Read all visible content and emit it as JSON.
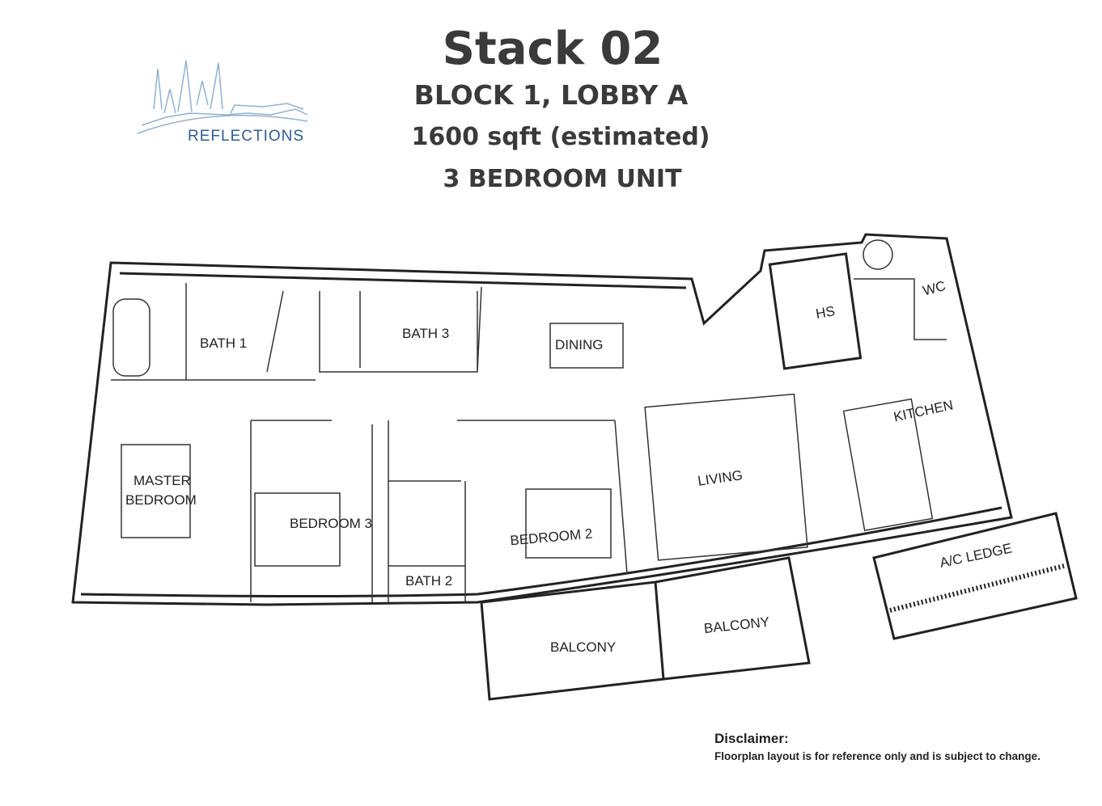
{
  "header": {
    "title": "Stack 02",
    "block": "BLOCK 1, LOBBY A",
    "area": "1600 sqft (estimated)",
    "unit_type": "3 BEDROOM UNIT"
  },
  "logo": {
    "name": "REFLECTIONS"
  },
  "rooms": {
    "bath1": "BATH 1",
    "bath3": "BATH 3",
    "dining": "DINING",
    "hs": "HS",
    "wc": "WC",
    "kitchen": "KITCHEN",
    "master": "MASTER",
    "master2": "BEDROOM",
    "bedroom3": "BEDROOM 3",
    "bedroom2": "BEDROOM 2",
    "bath2": "BATH 2",
    "living": "LIVING",
    "ac_ledge": "A/C LEDGE",
    "balcony1": "BALCONY",
    "balcony2": "BALCONY"
  },
  "disclaimer": {
    "heading": "Disclaimer:",
    "text": "Floorplan layout is for reference only and is subject to change."
  }
}
